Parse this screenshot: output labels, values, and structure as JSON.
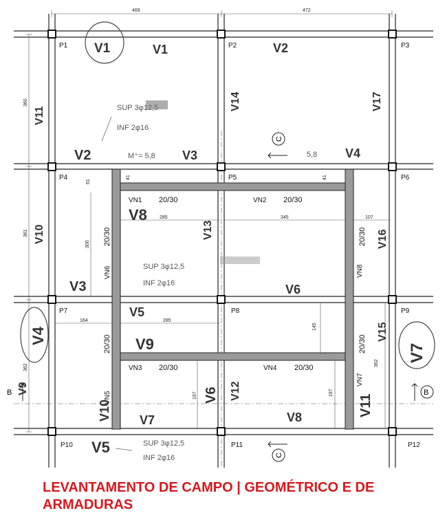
{
  "caption": "LEVANTAMENTO DE CAMPO | GEOMÉTRICO E DE ARMADURAS",
  "dimensions": {
    "top_left": "469",
    "top_right": "472",
    "left_top": "360",
    "left_mid": "361",
    "left_bot": "362",
    "d61": "61",
    "d41a": "41",
    "d41b": "41",
    "d285a": "285",
    "d345": "345",
    "d107": "107",
    "d300": "300",
    "d164": "164",
    "d285b": "285",
    "d145": "145",
    "d197a": "197",
    "d197b": "197",
    "d362r": "362"
  },
  "pillars": [
    "P1",
    "P2",
    "P3",
    "P4",
    "P5",
    "P6",
    "P7",
    "P8",
    "P9",
    "P10",
    "P11",
    "P12"
  ],
  "beams_printed": {
    "vn1": "VN1",
    "vn1_sec": "20/30",
    "vn2": "VN2",
    "vn2_sec": "20/30",
    "vn3": "VN3",
    "vn3_sec": "20/30",
    "vn4": "VN4",
    "vn4_sec": "20/30",
    "vn5": "VN5",
    "vn5_sec": "20/30",
    "vn6": "VN6",
    "vn6_sec": "20/30",
    "vn7": "VN7",
    "vn7_sec": "20/30",
    "vn8": "VN8",
    "vn8_sec": "20/30"
  },
  "handwritten": {
    "v1a": "V1",
    "v1b": "V1",
    "v2": "V2",
    "v2b": "V2",
    "v3": "V3",
    "v3b": "V3",
    "v4": "V4",
    "v4b": "V4",
    "v5": "V5",
    "v5b": "V5",
    "v6": "V6",
    "v6b": "V6",
    "v7": "V7",
    "v7b": "V7",
    "v8": "V8",
    "v8b": "V8",
    "v9": "V9",
    "v9b": "V9",
    "v10": "V10",
    "v10b": "V10",
    "v11": "V11",
    "v11b": "V11",
    "v12": "V12",
    "v13": "V13",
    "v14": "V14",
    "v15": "V15",
    "v16": "V16",
    "v17": "V17",
    "m_plus": "M⁺= 5,8",
    "m2": "5,8",
    "sup1": "SUP 3φ12,5",
    "inf1": "INF 2φ16",
    "sup2": "SUP 3φ12,5",
    "inf2": "INF 2φ16",
    "sup3": "SUP 3φ12,5",
    "inf3": "INF 2φ16"
  },
  "section_marks": {
    "c_top": "C",
    "c_bottom": "C",
    "b_right": "B",
    "b_left": "B"
  }
}
